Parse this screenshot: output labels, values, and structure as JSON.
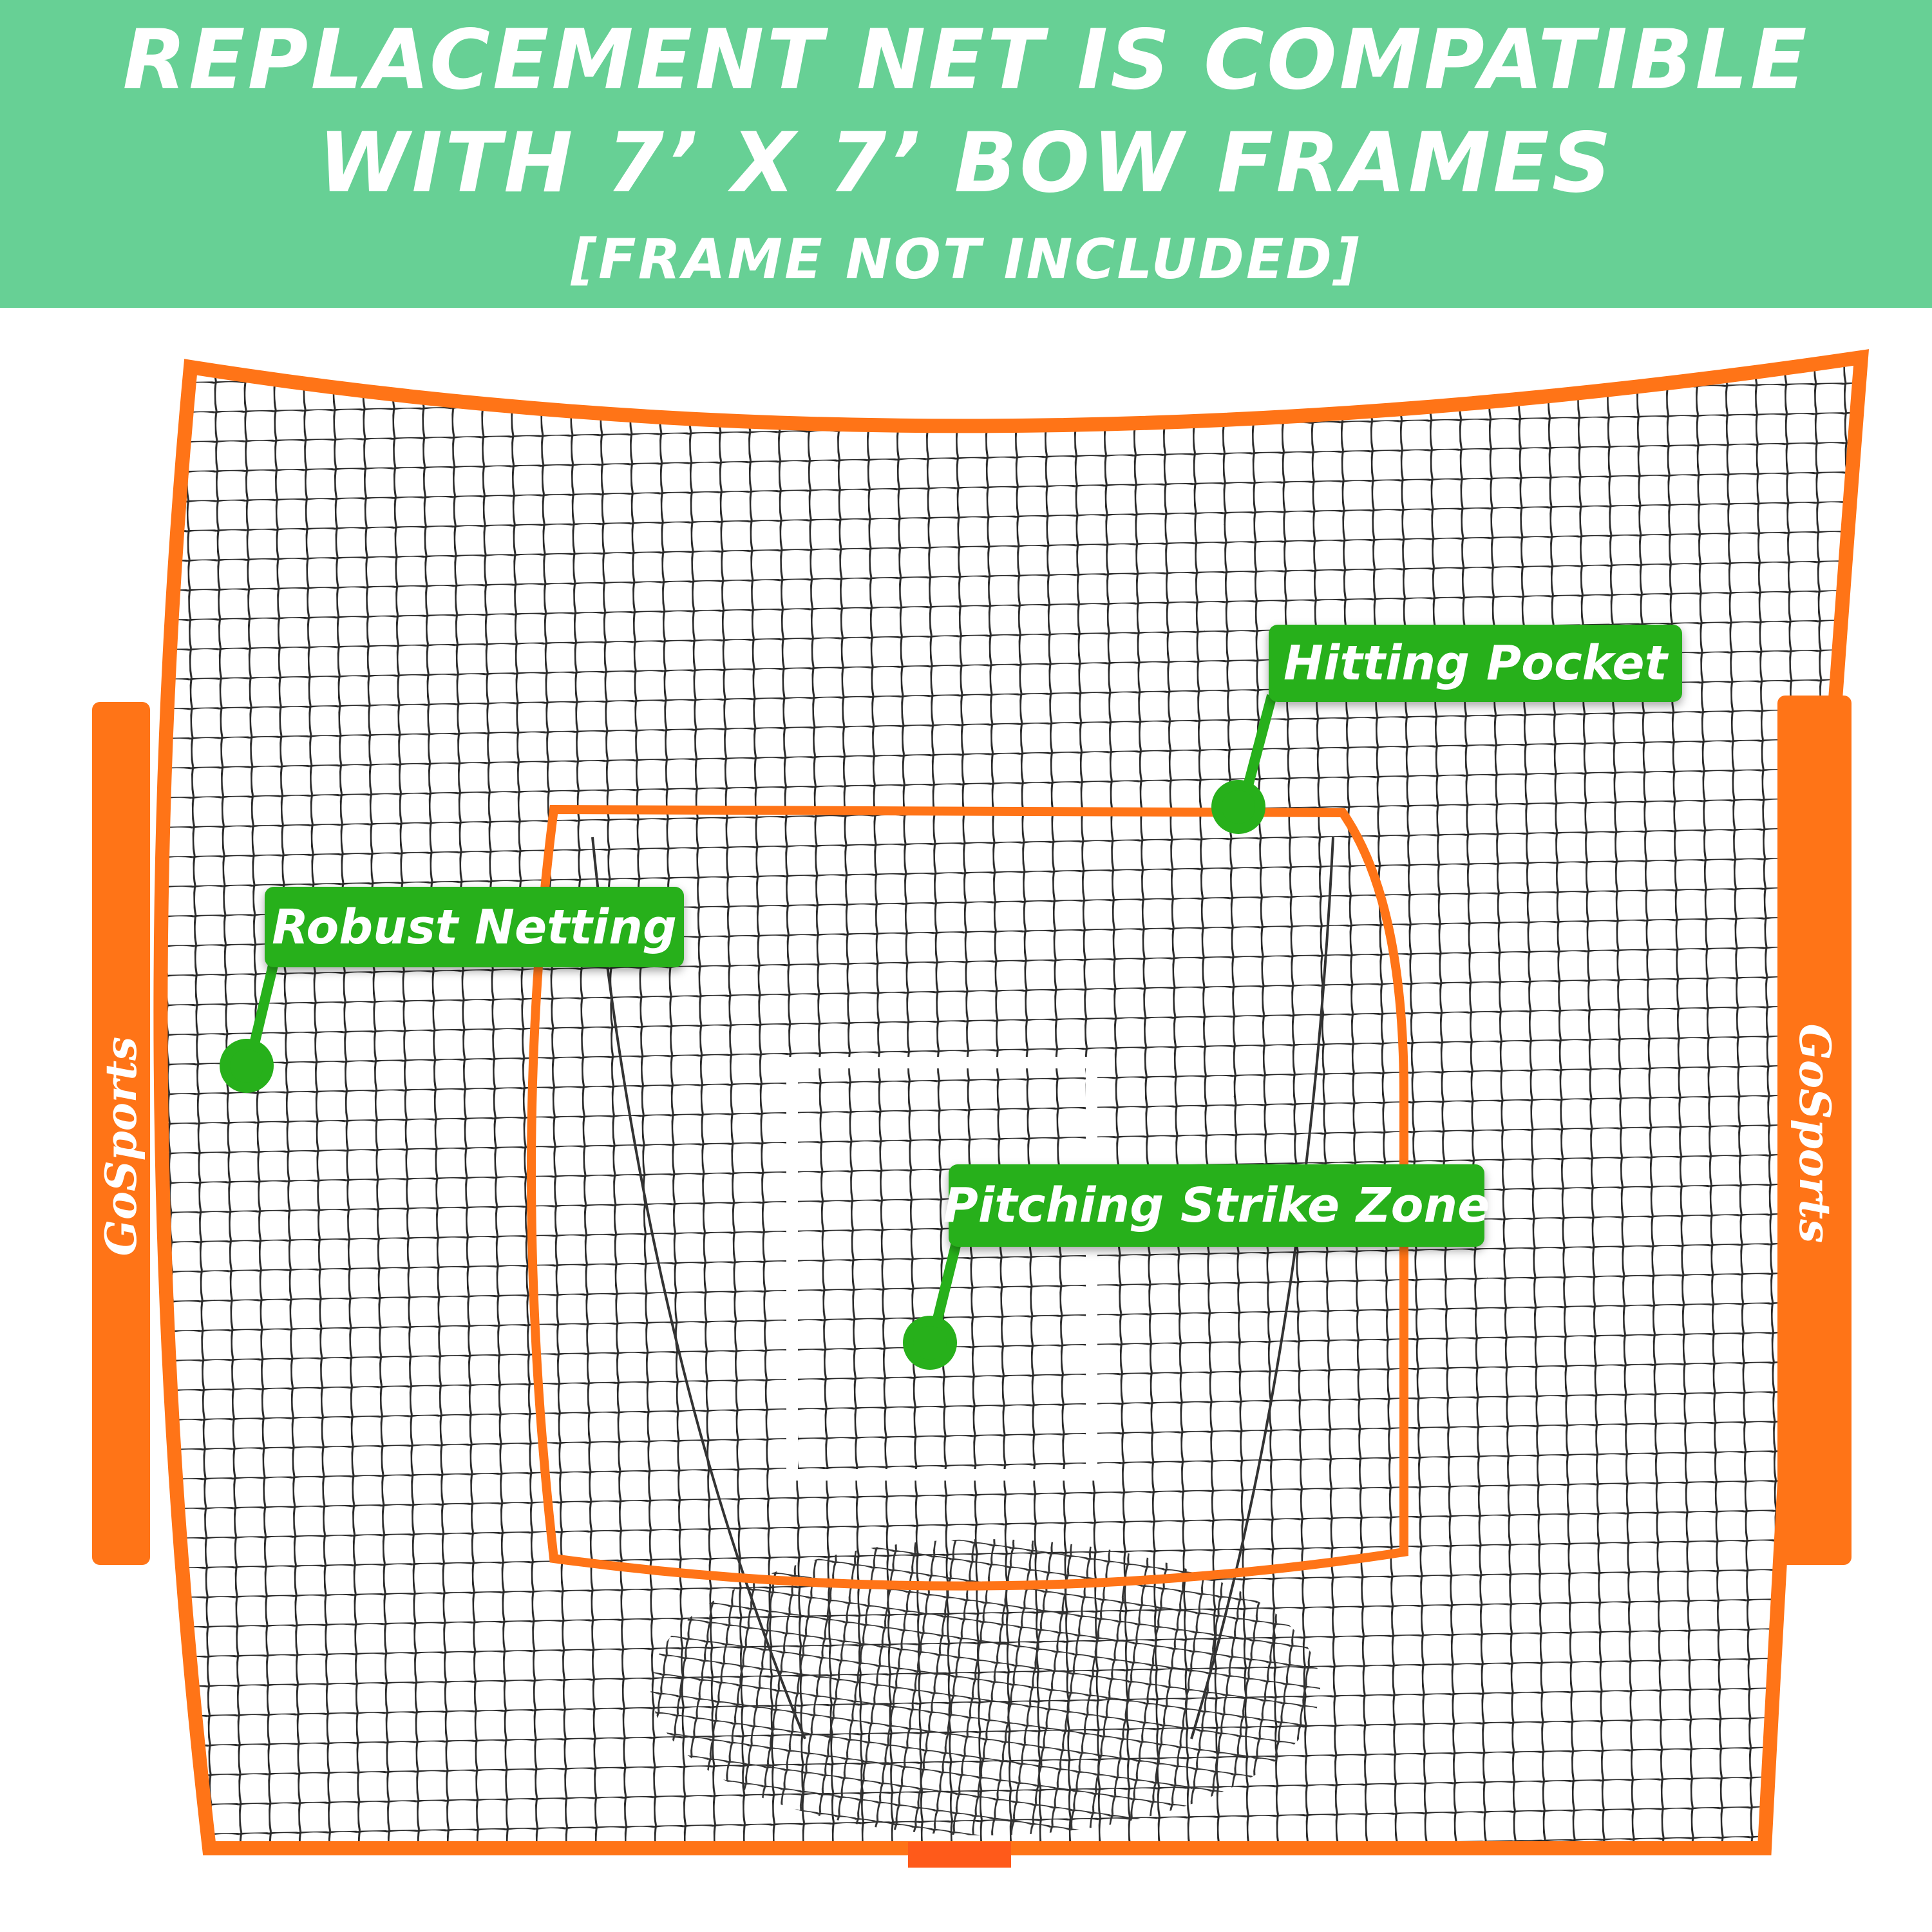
{
  "header": {
    "line1": "REPLACEMENT NET IS COMPATIBLE",
    "line2": "WITH 7’ X 7’ BOW FRAMES",
    "line3": "[FRAME NOT INCLUDED]"
  },
  "callouts": {
    "hitting_pocket": "Hitting Pocket",
    "robust_netting": "Robust Netting",
    "strike_zone": "Pitching Strike Zone"
  },
  "brand": {
    "left": "GoSports",
    "right": "GoSports"
  },
  "colors": {
    "header_bg": "#67d095",
    "callout_green": "#27b01b",
    "frame_orange": "#ff7417",
    "net": "#2a2a2a"
  }
}
